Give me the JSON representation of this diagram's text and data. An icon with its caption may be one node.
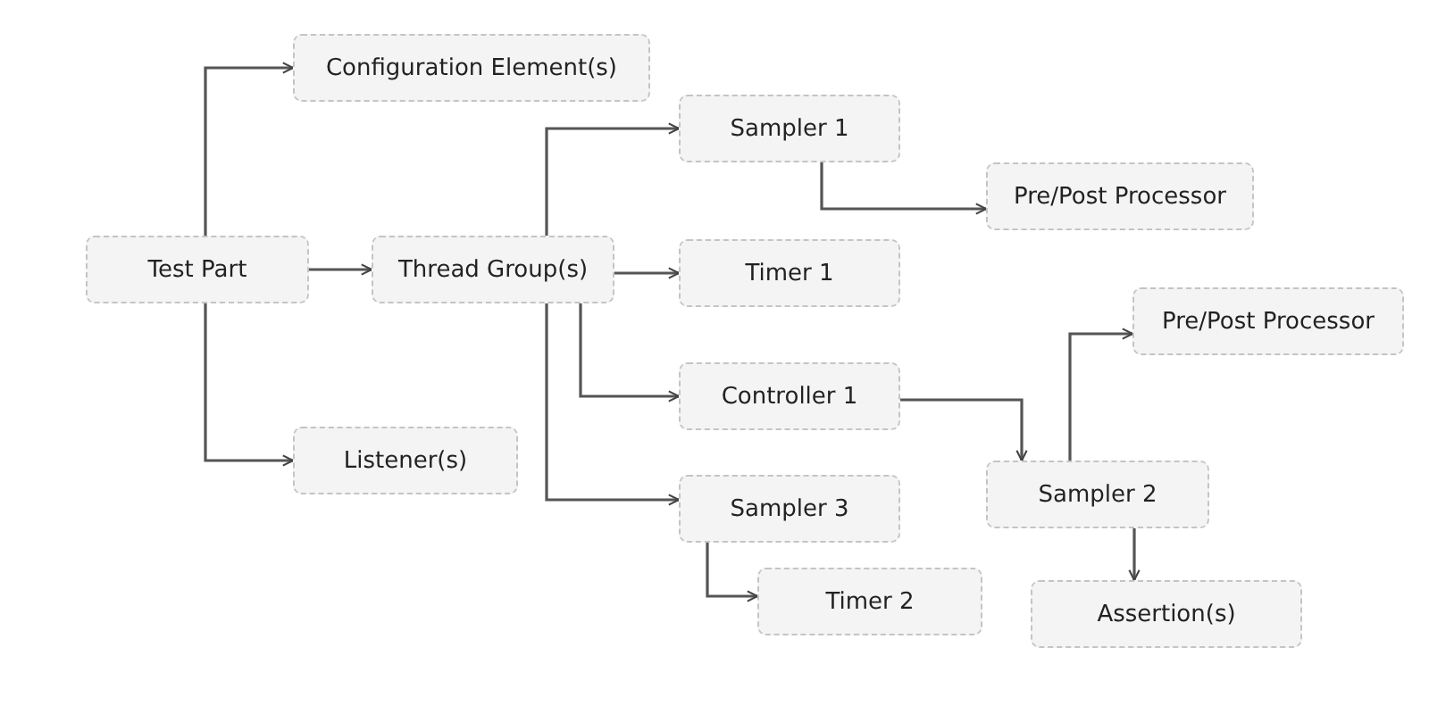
{
  "diagram": {
    "nodes": [
      {
        "text": [
          "Test Part"
        ]
      },
      {
        "text": [
          "Configuration Element(s)"
        ]
      },
      {
        "text": [
          "Listener(s)"
        ]
      },
      {
        "text": [
          "Thread Group(s)"
        ]
      },
      {
        "text": [
          "Sampler 1"
        ]
      },
      {
        "text": [
          "Pre/Post Processor"
        ]
      },
      {
        "text": [
          "Timer 1"
        ]
      },
      {
        "text": [
          "Controller 1"
        ]
      },
      {
        "text": [
          "Sampler 3"
        ]
      },
      {
        "text": [
          "Timer 2"
        ]
      },
      {
        "text": [
          "Sampler 2"
        ]
      },
      {
        "text": [
          "Pre/Post Processor"
        ]
      },
      {
        "text": [
          "Assertion(s)"
        ]
      }
    ],
    "edges": [
      {
        "from": 0,
        "to": 1,
        "arrow": "to"
      },
      {
        "from": 0,
        "to": 3,
        "arrow": "to"
      },
      {
        "from": 0,
        "to": 2,
        "arrow": "to"
      },
      {
        "from": 3,
        "to": 4,
        "arrow": "to"
      },
      {
        "from": 3,
        "to": 6,
        "arrow": "to"
      },
      {
        "from": 3,
        "to": 7,
        "arrow": "to"
      },
      {
        "from": 3,
        "to": 8,
        "arrow": "to"
      },
      {
        "from": 4,
        "to": 5,
        "arrow": "to"
      },
      {
        "from": 7,
        "to": 10,
        "arrow": "to"
      },
      {
        "from": 10,
        "to": 11,
        "arrow": "to"
      },
      {
        "from": 10,
        "to": 12,
        "arrow": "to"
      },
      {
        "from": 8,
        "to": 9,
        "arrow": "to"
      }
    ]
  }
}
